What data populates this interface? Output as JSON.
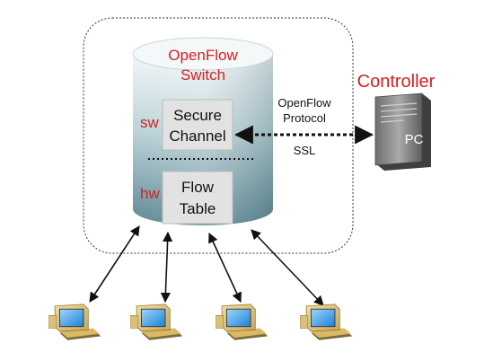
{
  "switch": {
    "title_line1": "OpenFlow",
    "title_line2": "Switch",
    "sw_label": "sw",
    "hw_label": "hw",
    "secure_channel_line1": "Secure",
    "secure_channel_line2": "Channel",
    "flow_table_line1": "Flow",
    "flow_table_line2": "Table"
  },
  "link": {
    "line1": "OpenFlow",
    "line2": "Protocol",
    "line3": "SSL"
  },
  "controller": {
    "title": "Controller",
    "pc_label": "PC"
  },
  "hosts": [
    {
      "icon": "computer-icon"
    },
    {
      "icon": "computer-icon"
    },
    {
      "icon": "computer-icon"
    },
    {
      "icon": "computer-icon"
    }
  ],
  "colors": {
    "red_text": "#d42020",
    "cylinder_light": "#eef4f5",
    "cylinder_dark": "#5a8490",
    "box_fill": "#e0e0e0"
  }
}
